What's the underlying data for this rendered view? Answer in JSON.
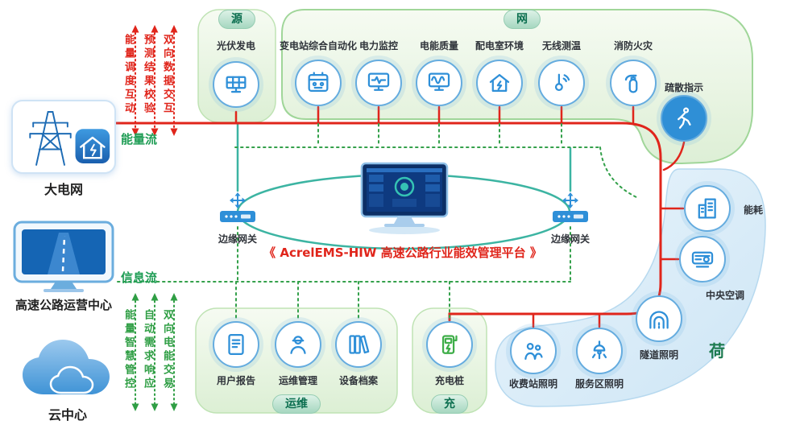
{
  "title": "《 AcrelEMS-HIW 高速公路行业能效管理平台 》",
  "badges": {
    "source": "源",
    "grid": "网",
    "ops": "运维",
    "charge": "充",
    "load": "荷"
  },
  "left_nodes": {
    "power_grid": "大电网",
    "ops_center": "高速公路运营中心",
    "cloud": "云中心"
  },
  "flows": {
    "energy": "能量流",
    "info": "信息流",
    "top": [
      "能量调度互动",
      "预测结果校验",
      "双向数据交互"
    ],
    "bottom": [
      "能量智慧管控",
      "自动需求响应",
      "双向电能交易"
    ]
  },
  "source_items": [
    {
      "label": "光伏发电"
    }
  ],
  "grid_items": [
    {
      "label": "变电站综合自动化"
    },
    {
      "label": "电力监控"
    },
    {
      "label": "电能质量"
    },
    {
      "label": "配电室环境"
    },
    {
      "label": "无线测温"
    },
    {
      "label": "消防火灾"
    },
    {
      "label": "疏散指示"
    }
  ],
  "load_items": [
    {
      "label": "能耗"
    },
    {
      "label": "中央空调"
    },
    {
      "label": "隧道照明"
    },
    {
      "label": "收费站照明"
    },
    {
      "label": "服务区照明"
    }
  ],
  "ops_items": [
    {
      "label": "用户报告"
    },
    {
      "label": "运维管理"
    },
    {
      "label": "设备档案"
    }
  ],
  "charge_items": [
    {
      "label": "充电桩"
    }
  ],
  "gateways": {
    "left": "边缘网关",
    "right": "边缘网关"
  },
  "colors": {
    "energy_line": "#e0251b",
    "info_line": "#33a04a",
    "device_line": "#3cb4a2",
    "accent_blue": "#2e8fd8",
    "badge_text": "#0b6e4f"
  }
}
